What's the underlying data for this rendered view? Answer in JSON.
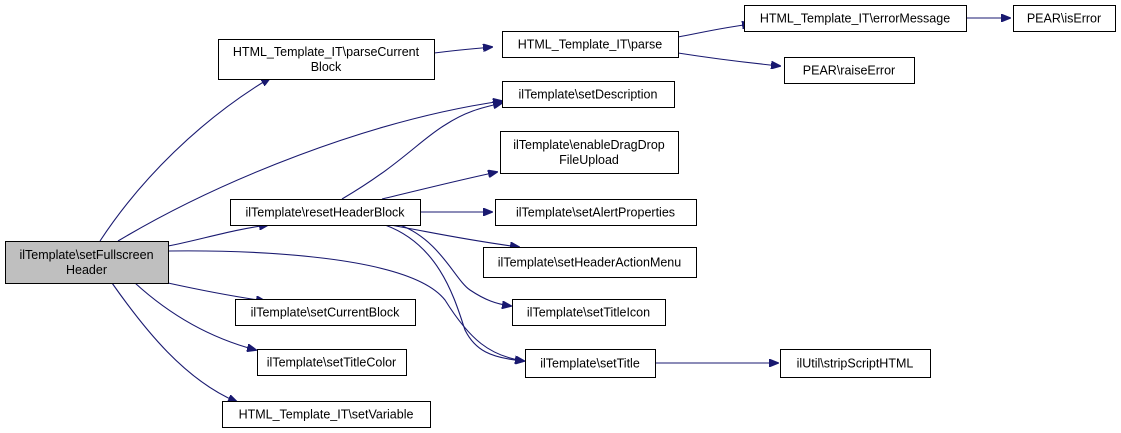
{
  "colors": {
    "edge": "#191970",
    "node_border": "#000000",
    "node_fill": "#ffffff",
    "root_fill": "#bfbfbf"
  },
  "nodes": {
    "setFullscreenHeader": [
      "ilTemplate\\setFullscreen",
      "Header"
    ],
    "parseCurrentBlock": [
      "HTML_Template_IT\\parseCurrent",
      "Block"
    ],
    "parse": [
      "HTML_Template_IT\\parse"
    ],
    "errorMessage": [
      "HTML_Template_IT\\errorMessage"
    ],
    "isError": [
      "PEAR\\isError"
    ],
    "raiseError": [
      "PEAR\\raiseError"
    ],
    "setDescription": [
      "ilTemplate\\setDescription"
    ],
    "enableDragDropFileUpload": [
      "ilTemplate\\enableDragDrop",
      "FileUpload"
    ],
    "resetHeaderBlock": [
      "ilTemplate\\resetHeaderBlock"
    ],
    "setAlertProperties": [
      "ilTemplate\\setAlertProperties"
    ],
    "setHeaderActionMenu": [
      "ilTemplate\\setHeaderActionMenu"
    ],
    "setTitleIcon": [
      "ilTemplate\\setTitleIcon"
    ],
    "setCurrentBlock": [
      "ilTemplate\\setCurrentBlock"
    ],
    "setTitleColor": [
      "ilTemplate\\setTitleColor"
    ],
    "setTitle": [
      "ilTemplate\\setTitle"
    ],
    "stripScriptHTML": [
      "ilUtil\\stripScriptHTML"
    ],
    "setVariable": [
      "HTML_Template_IT\\setVariable"
    ]
  }
}
